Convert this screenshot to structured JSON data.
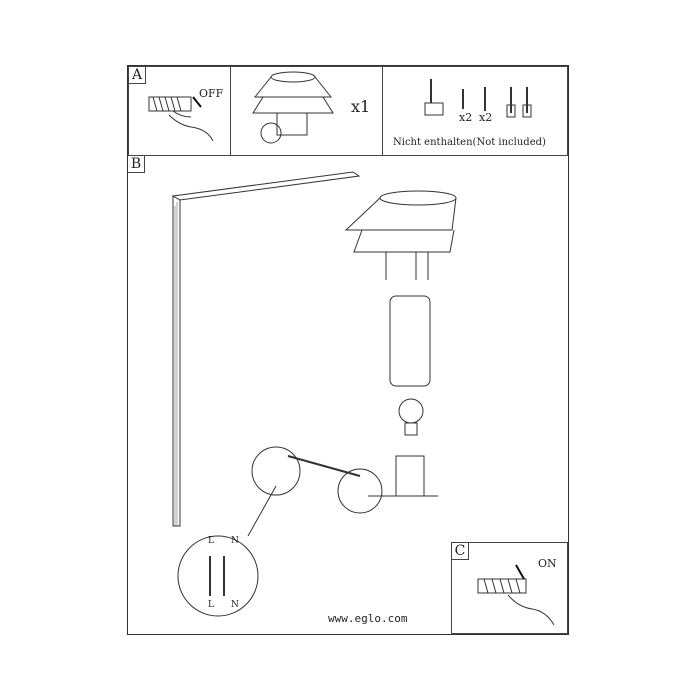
{
  "panels": {
    "a": {
      "tag": "A",
      "switch_label": "OFF"
    },
    "qty": {
      "text": "x1"
    },
    "tools": {
      "screw_qty": "x2",
      "plug_qty": "x2",
      "note": "Nicht enthalten(Not included)"
    },
    "b": {
      "tag": "B"
    },
    "c": {
      "tag": "C",
      "switch_label": "ON"
    }
  },
  "wiring": {
    "top_l": "L",
    "top_n": "N",
    "bottom_l": "L",
    "bottom_n": "N"
  },
  "footer": {
    "url": "www.eglo.com"
  }
}
